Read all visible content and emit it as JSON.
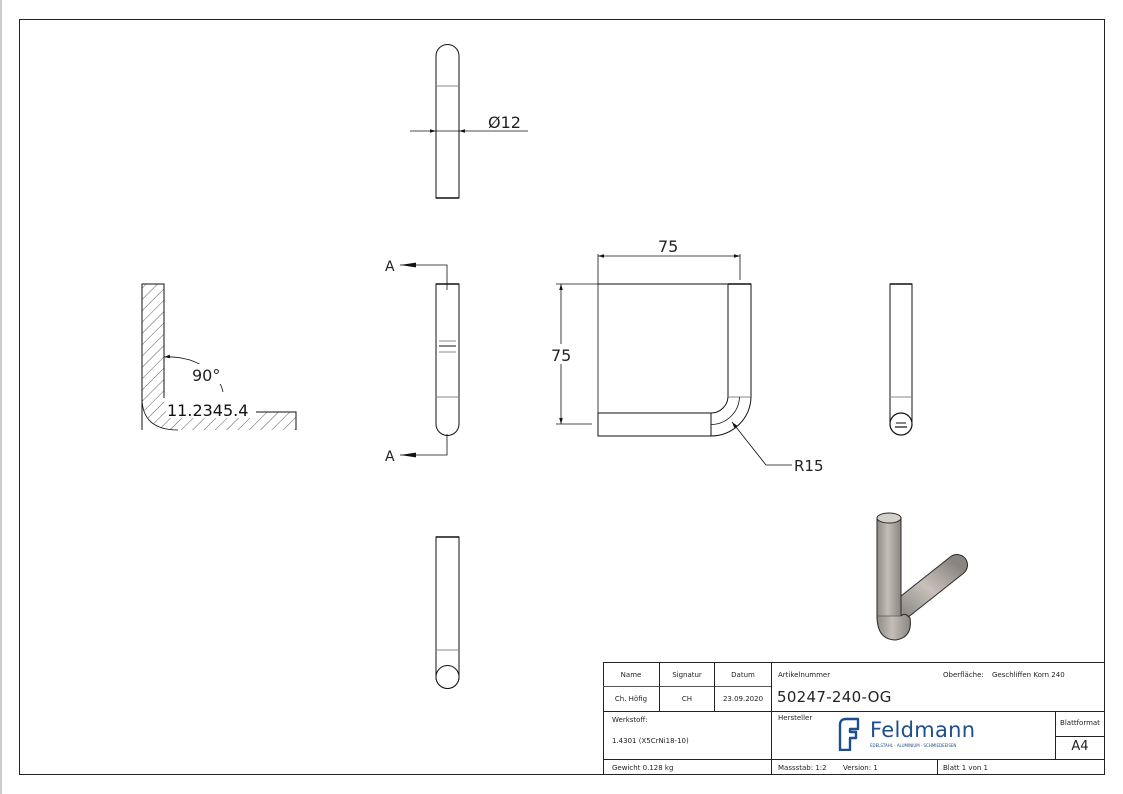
{
  "drawing": {
    "dimensions": {
      "diameter": "Ø12",
      "width": "75",
      "height": "75",
      "radius": "R15",
      "angle": "90°",
      "section_note": "11.2345.4"
    },
    "section_label": "A"
  },
  "title_block": {
    "headers": {
      "name": "Name",
      "signature": "Signatur",
      "date": "Datum"
    },
    "row": {
      "name": "Ch. Höfig",
      "signature": "CH",
      "date": "23.09.2020"
    },
    "article_label": "Artikelnummer",
    "article_number": "50247-240-OG",
    "surface_label": "Oberfläche:",
    "surface_value": "Geschliffen Korn 240",
    "material_label": "Werkstoff:",
    "material_value": "1.4301 (X5CrNi18-10)",
    "manufacturer_label": "Hersteller",
    "logo_name": "Feldmann",
    "logo_tagline": "EDELSTAHL · ALUMINIUM · SCHMIEDEEISEN",
    "format_label": "Blattformat",
    "format_value": "A4",
    "weight": "Gewicht 0.128 kg",
    "scale": "Massstab: 1:2",
    "version": "Version: 1",
    "sheet": "Blatt 1 von 1"
  },
  "colors": {
    "line": "#1a1a1a",
    "grey_line": "#808080",
    "logo_blue": "#1e4e8c",
    "model_fill": "#b0aba4"
  }
}
